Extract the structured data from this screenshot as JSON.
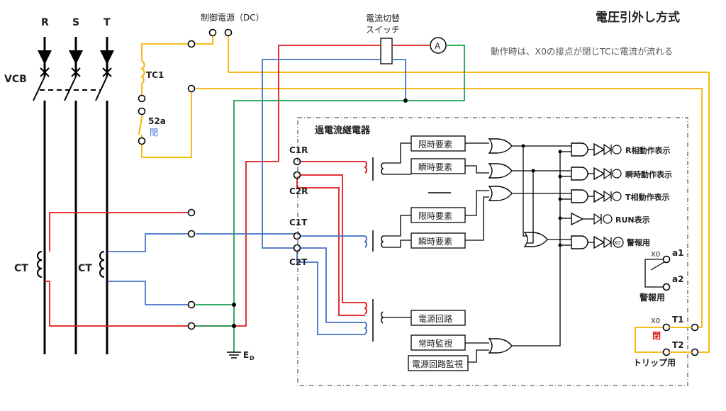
{
  "title": "電圧引外し方式",
  "note": "動作時は、X0の接点が閉じTCに電流が流れる",
  "phases": {
    "r": "R",
    "s": "S",
    "t": "T"
  },
  "vcb": "VCB",
  "ct_left": "CT",
  "ct_right": "CT",
  "control_power": "制御電源（DC）",
  "tc1": "TC1",
  "contact_52a": "52a",
  "contact_52a_state": "閉",
  "switch_label_1": "電流切替",
  "switch_label_2": "スイッチ",
  "ammeter": "A",
  "ground": "E",
  "ground_sub": "D",
  "relay_title": "過電流継電器",
  "terminals": {
    "c1r": "C1R",
    "c2r": "C2R",
    "c1t": "C1T",
    "c2t": "C2T"
  },
  "elements": {
    "time_1": "限時要素",
    "inst_1": "瞬時要素",
    "time_2": "限時要素",
    "inst_2": "瞬時要素",
    "power": "電源回路",
    "monitor": "常時監視",
    "power_monitor": "電源回路監視"
  },
  "outputs": {
    "r_ind": "R相動作表示",
    "inst_ind": "瞬時動作表示",
    "t_ind": "T相動作表示",
    "run": "RUN表示",
    "alarm": "警報用",
    "x0_small": "X0"
  },
  "contacts": {
    "x0_a": "X0",
    "a1": "a1",
    "a2": "a2",
    "alarm_label": "警報用",
    "x0_t": "X0",
    "closed": "閉",
    "t1": "T1",
    "t2": "T2",
    "trip": "トリップ用"
  },
  "colors": {
    "red": "#e0191b",
    "yellow": "#f5b400",
    "green": "#1aa04b",
    "blue": "#4472c4",
    "black": "#111111",
    "closed_text_blue": "#3a6fd8",
    "closed_text_red": "#e0191b"
  }
}
